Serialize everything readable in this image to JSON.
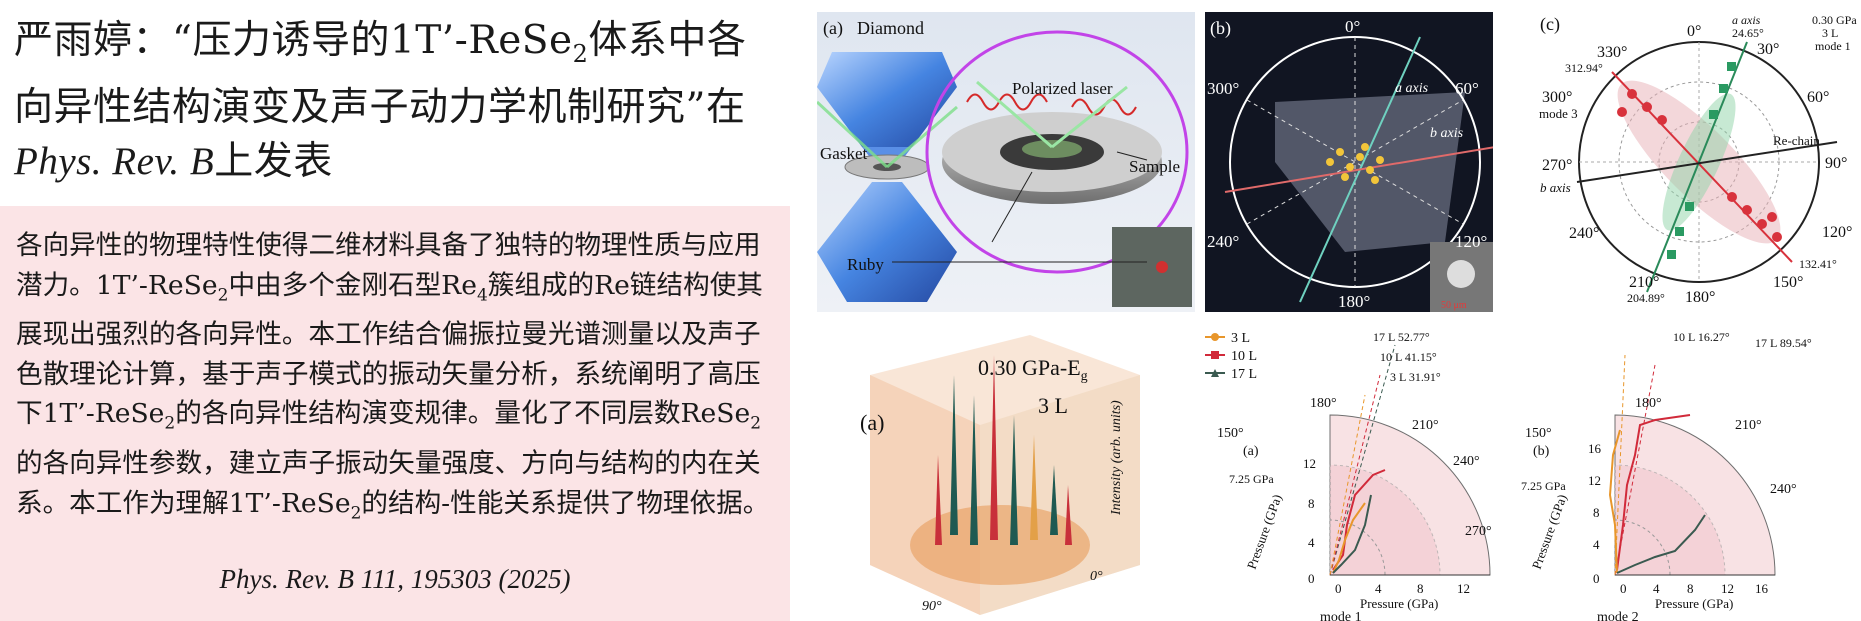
{
  "header": {
    "title_part1": "严雨婷：“压力诱导的1T’-ReSe",
    "title_sub": "2",
    "title_part2": "体系中各向异性结构演变及声子动力学机制研究”在",
    "journal": "Phys. Rev. B",
    "title_part3": "上发表"
  },
  "abstract": {
    "seg1": "各向异性的物理特性使得二维材料具备了独特的物理性质与应用潜力。1T’-ReSe",
    "sub1": "2",
    "seg2": "中由多个金刚石型Re",
    "sub2": "4",
    "seg3": "簇组成的Re链结构使其展现出强烈的各向异性。本工作结合偏振拉曼光谱测量以及声子色散理论计算，基于声子模式的振动矢量分析，系统阐明了高压下1T’-ReSe",
    "sub3": "2",
    "seg4": "的各向异性结构演变规律。量化了不同层数ReSe",
    "sub4": "2",
    "seg5": "的各向异性参数，建立声子振动矢量强度、方向与结构的内在关系。本工作为理解1T’-ReSe",
    "sub5": "2",
    "seg6": "的结构-性能关系提供了物理依据。",
    "citation": "Phys. Rev. B 111, 195303 (2025)"
  },
  "fig_a": {
    "label": "(a)",
    "diamond": "Diamond",
    "laser": "Polarized laser",
    "gasket": "Gasket",
    "sample": "Sample",
    "ruby": "Ruby"
  },
  "fig_b": {
    "label": "(b)",
    "angles": [
      "0°",
      "60°",
      "120°",
      "180°",
      "240°",
      "300°"
    ],
    "a_axis": "a axis",
    "b_axis": "b axis",
    "scale": "50 μm"
  },
  "fig_c": {
    "label": "(c)",
    "angles": [
      "0°",
      "30°",
      "60°",
      "90°",
      "120°",
      "150°",
      "180°",
      "210°",
      "240°",
      "270°",
      "300°",
      "330°"
    ],
    "a_axis": "a axis",
    "a_angle": "24.65°",
    "cond1": "0.30 GPa",
    "cond2": "3 L",
    "cond3": "mode 1",
    "mode3": "mode 3",
    "ang1": "312.94°",
    "ang2": "132.41°",
    "ang3": "204.89°",
    "re_chain": "Re-chain",
    "b_axis": "b axis"
  },
  "fig_d": {
    "label": "(a)",
    "condition": "0.30 GPa-E",
    "sub": "g",
    "layers": "3 L",
    "zlabel": "Intensity (arb. units)",
    "angle90": "90°",
    "angle0": "0°"
  },
  "fig_e": {
    "legend": [
      "3 L",
      "10 L",
      "17 L"
    ],
    "angles_left": [
      "17 L  52.77°",
      "10 L  41.15°",
      "3 L  31.91°"
    ],
    "angles_right": [
      "10 L  16.27°",
      "17 L  89.54°"
    ],
    "sub_a": "(a)",
    "sub_b": "(b)",
    "ticks": [
      "0",
      "4",
      "8",
      "12",
      "16"
    ],
    "pressure_ticks_a": [
      "12",
      "8",
      "4",
      "0"
    ],
    "pressure_ticks_b": [
      "16",
      "12",
      "8",
      "4",
      "0"
    ],
    "axis_x": "Pressure (GPa)",
    "axis_y": "Pressure (GPa)",
    "gpa_mark": "7.25 GPa",
    "polar_a": [
      "150°",
      "180°",
      "210°",
      "240°",
      "270°"
    ],
    "polar_b": [
      "150°",
      "180°",
      "210°",
      "240°"
    ],
    "mode1": "mode 1",
    "mode2": "mode 2"
  },
  "colors": {
    "abstract_bg": "#fbe4e6",
    "three_L": "#e8962b",
    "ten_L": "#d12a3a",
    "seventeen_L": "#3a5a50"
  }
}
